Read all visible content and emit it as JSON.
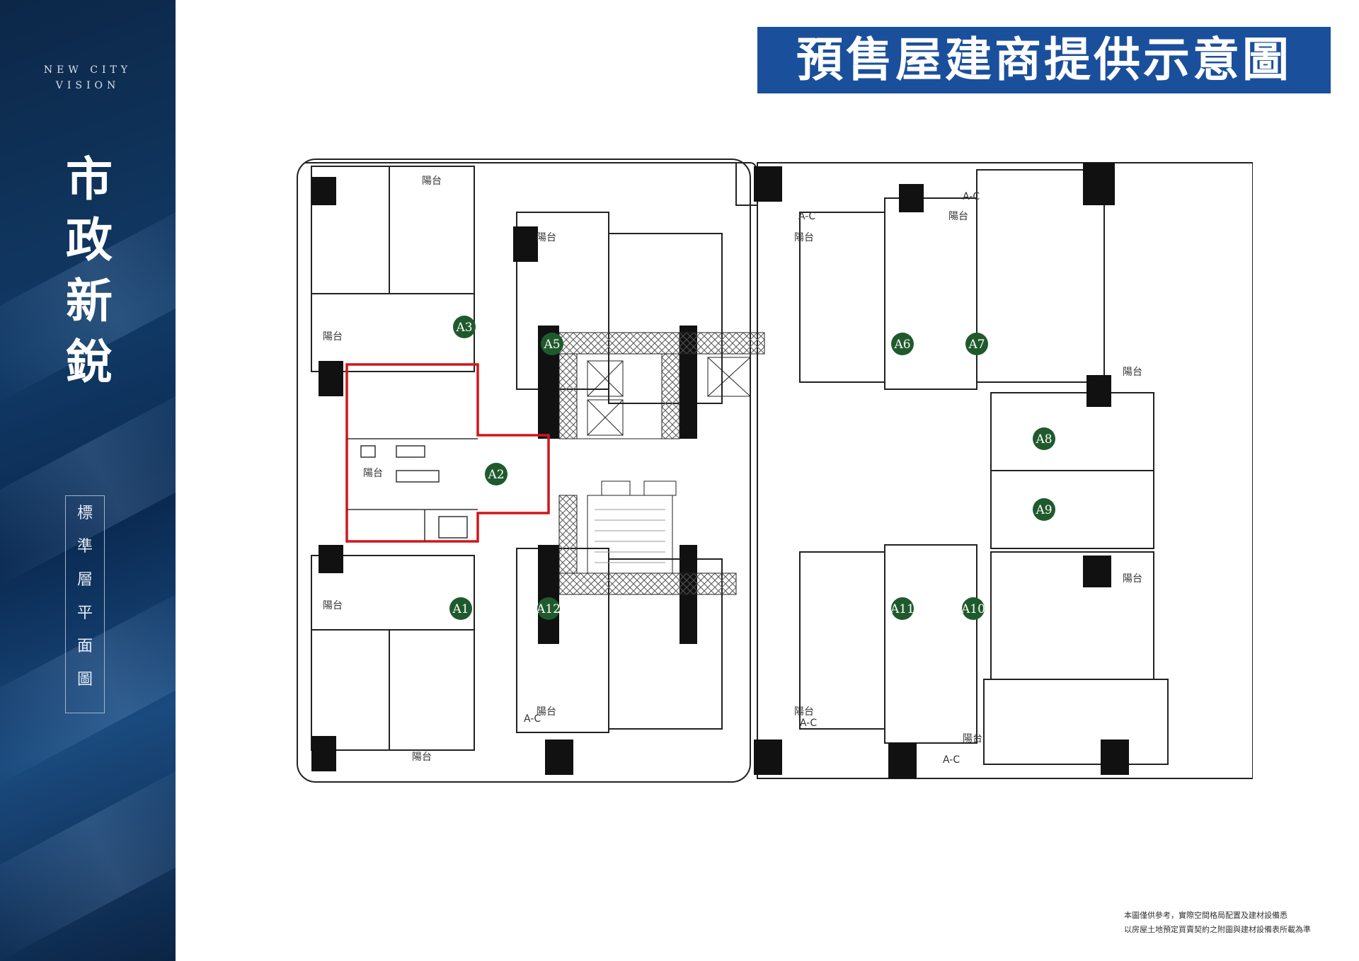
{
  "brand": {
    "english_line1": "NEW CITY",
    "english_line2": "VISION",
    "project_name": "市政新銳",
    "plan_title_chars": [
      "標",
      "準",
      "層",
      "平",
      "面",
      "圖"
    ]
  },
  "banner": {
    "text": "預售屋建商提供示意圖"
  },
  "units": [
    {
      "id": "A1",
      "label": "A1"
    },
    {
      "id": "A2",
      "label": "A2",
      "highlighted": true
    },
    {
      "id": "A3",
      "label": "A3"
    },
    {
      "id": "A5",
      "label": "A5"
    },
    {
      "id": "A6",
      "label": "A6"
    },
    {
      "id": "A7",
      "label": "A7"
    },
    {
      "id": "A8",
      "label": "A8"
    },
    {
      "id": "A9",
      "label": "A9"
    },
    {
      "id": "A10",
      "label": "A10"
    },
    {
      "id": "A11",
      "label": "A11"
    },
    {
      "id": "A12",
      "label": "A12"
    }
  ],
  "room_labels": {
    "balcony": "陽台",
    "ac": "A-C"
  },
  "disclaimer": {
    "line1": "本圖僅供參考，實際空間格局配置及建材設備悉",
    "line2": "以房屋土地預定買賣契約之附圖與建材設備表所載為準"
  },
  "colors": {
    "sidebar": "#0f355f",
    "banner": "#1a4f9c",
    "unit_marker": "#1f5a2c",
    "highlight": "#d0161c",
    "wall": "#111111"
  }
}
